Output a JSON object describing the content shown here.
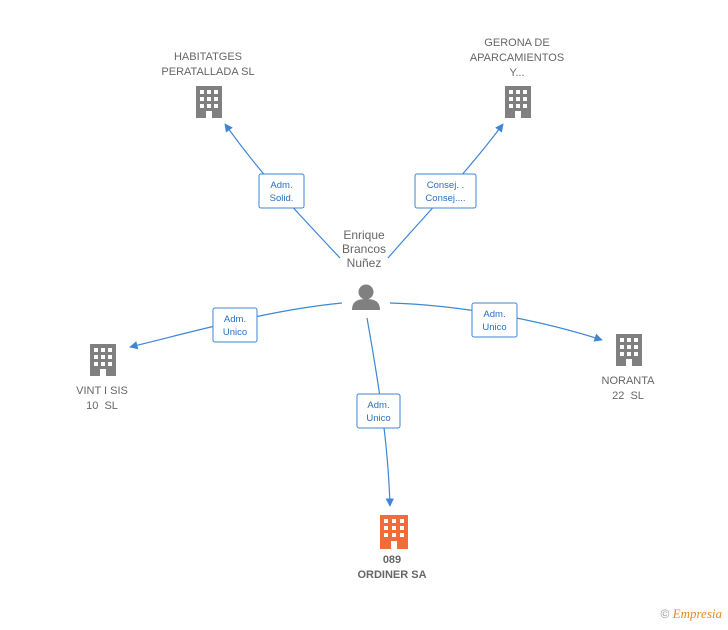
{
  "center": {
    "name_lines": [
      "Enrique",
      "Brancos",
      "Nuñez"
    ],
    "icon": "person-icon"
  },
  "companies": [
    {
      "id": "habitatges",
      "lines": [
        "HABITATGES",
        "PERATALLADA SL"
      ],
      "color": "#808080",
      "icon": "building-icon"
    },
    {
      "id": "gerona",
      "lines": [
        "GERONA DE",
        "APARCAMIENTOS",
        "Y..."
      ],
      "color": "#808080",
      "icon": "building-icon"
    },
    {
      "id": "vint",
      "lines": [
        "VINT I SIS",
        "10  SL"
      ],
      "color": "#808080",
      "icon": "building-icon"
    },
    {
      "id": "noranta",
      "lines": [
        "NORANTA",
        "22  SL"
      ],
      "color": "#808080",
      "icon": "building-icon"
    },
    {
      "id": "ordiner",
      "lines": [
        "089",
        "ORDINER SA"
      ],
      "color": "#f26b3a",
      "icon": "building-icon",
      "bold": true
    }
  ],
  "relations": [
    {
      "to": "habitatges",
      "lines": [
        "Adm.",
        "Solid."
      ]
    },
    {
      "to": "gerona",
      "lines": [
        "Consej. .",
        "Consej...."
      ]
    },
    {
      "to": "vint",
      "lines": [
        "Adm.",
        "Unico"
      ]
    },
    {
      "to": "noranta",
      "lines": [
        "Adm.",
        "Unico"
      ]
    },
    {
      "to": "ordiner",
      "lines": [
        "Adm.",
        "Unico"
      ]
    }
  ],
  "colors": {
    "edge": "#3d86d6",
    "building_gray": "#808080",
    "building_highlight": "#f26b3a",
    "person": "#808080"
  },
  "footer": {
    "copyright": "©",
    "brand": "Empresia"
  }
}
